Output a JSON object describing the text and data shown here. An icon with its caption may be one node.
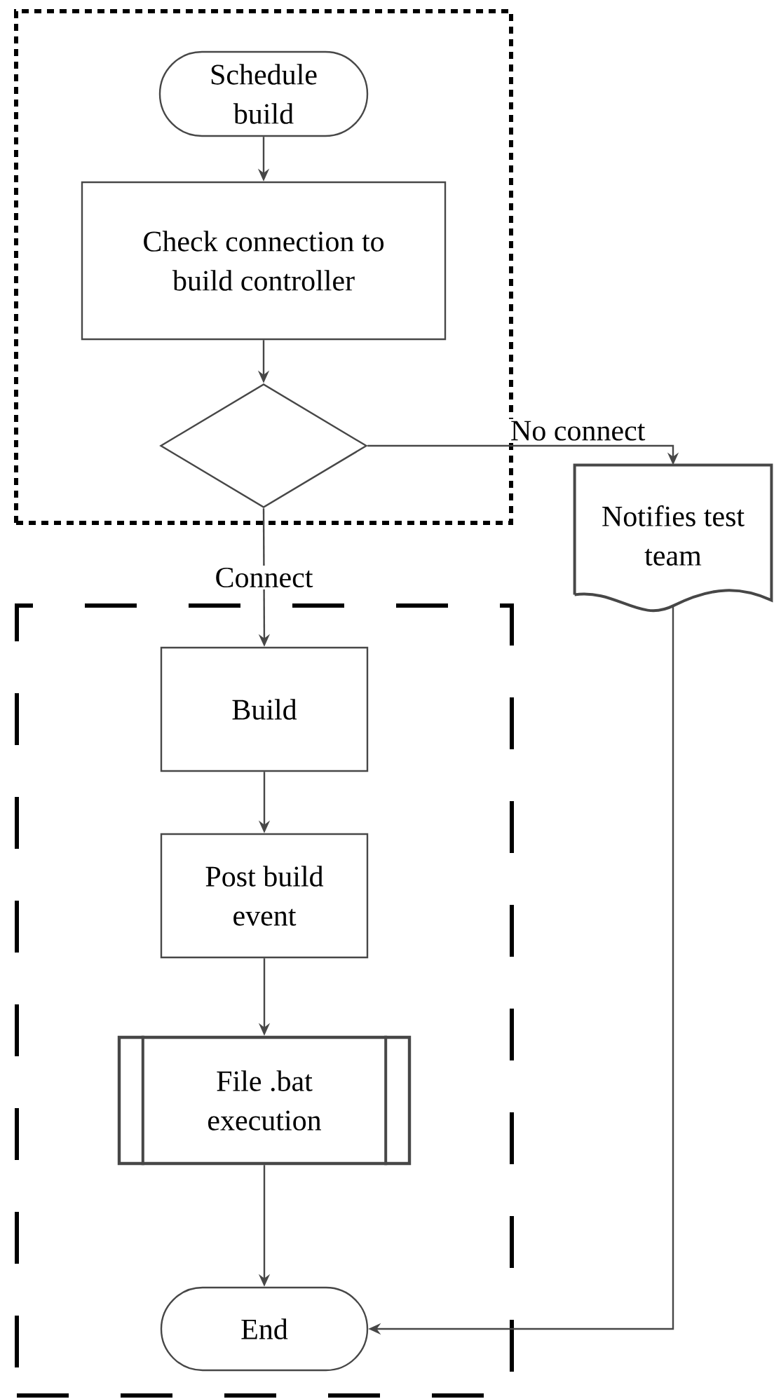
{
  "diagram": {
    "nodes": [
      {
        "text": [],
        "shape": "box"
      },
      {
        "text": [
          "Schedule build"
        ],
        "in": 0
      },
      {
        "text": [
          "Check connection to build controller"
        ],
        "in": 0
      },
      {
        "text": [],
        "shape": "diamond",
        "in": 0
      },
      {
        "text": [
          "Notifies test team"
        ]
      },
      {
        "text": [],
        "shape": "box"
      },
      {
        "text": [
          "Build"
        ],
        "in": 5
      },
      {
        "text": [
          "Post build event"
        ],
        "in": 5
      },
      {
        "text": [
          "File .bat execution"
        ],
        "in": 5
      },
      {
        "text": [
          "End"
        ],
        "in": 5
      }
    ],
    "edges": [
      {
        "from": 1,
        "to": 2,
        "arrow": "to"
      },
      {
        "from": 2,
        "to": 3,
        "arrow": "to"
      },
      {
        "from": 3,
        "to": 4,
        "arrow": "to",
        "label": "No connect"
      },
      {
        "from": 3,
        "to": 6,
        "arrow": "to",
        "label": "Connect"
      },
      {
        "from": 6,
        "to": 7,
        "arrow": "to"
      },
      {
        "from": 7,
        "to": 8,
        "arrow": "to"
      },
      {
        "from": 8,
        "to": 9,
        "arrow": "to"
      },
      {
        "from": 4,
        "to": 9,
        "arrow": "to"
      }
    ]
  }
}
